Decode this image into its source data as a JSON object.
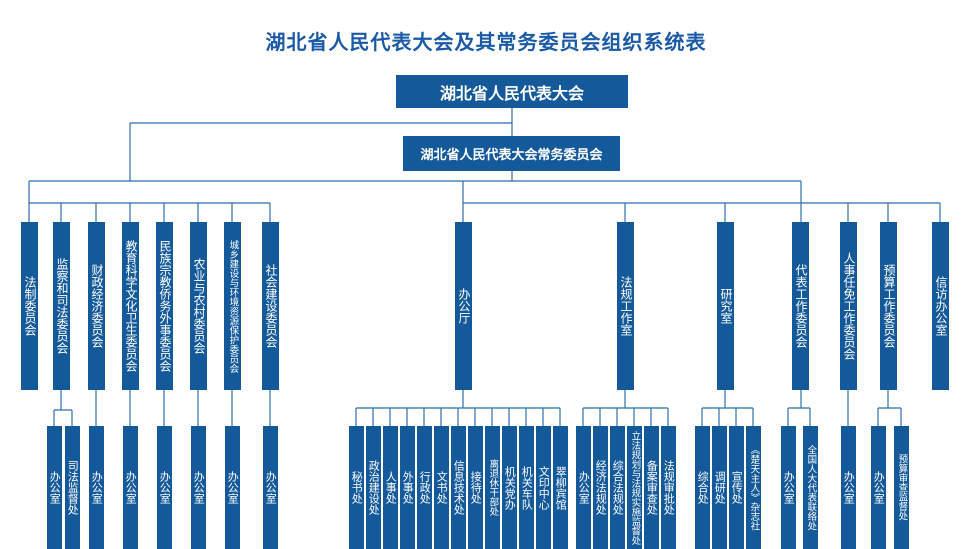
{
  "title": "湖北省人民代表大会及其常务委员会组织系统表",
  "top_node": "湖北省人民代表大会",
  "standing_committee": "湖北省人民代表大会常务委员会",
  "committees": [
    "法制委员会",
    "监察和司法委员会",
    "财政经济委员会",
    "教育科学文化卫生委员会",
    "民族宗教侨务外事委员会",
    "农业与农村委员会",
    "城乡建设与环境资源保护委员会",
    "社会建设委员会"
  ],
  "committee_subunits": [
    [],
    [
      "办公室",
      "司法监督处"
    ],
    [
      "办公室"
    ],
    [
      "办公室"
    ],
    [
      "办公室"
    ],
    [
      "办公室"
    ],
    [
      "办公室"
    ],
    [
      "办公室"
    ]
  ],
  "working_bodies": [
    "办公厅",
    "法规工作室",
    "研究室",
    "代表工作委员会",
    "人事任免工作委员会",
    "预算工作委员会",
    "信访办公室"
  ],
  "working_body_subunits": [
    [
      "秘书处",
      "政治建设处",
      "人事处",
      "外事处",
      "行政处",
      "文书处",
      "信息技术处",
      "接待处",
      "离退休干部处",
      "机关党办",
      "机关车队",
      "文印中心",
      "翠柳宾馆"
    ],
    [
      "办公室",
      "经济法规处",
      "综合法规处",
      "立法规划与法规实施监督处",
      "备案审查处",
      "法规审批处"
    ],
    [
      "综合处",
      "调研处",
      "宣传处",
      "《楚天主人》杂志社"
    ],
    [
      "办公室",
      "全国人大代表联络处"
    ],
    [
      "办公室"
    ],
    [
      "办公室",
      "预算审查监督处"
    ],
    []
  ]
}
